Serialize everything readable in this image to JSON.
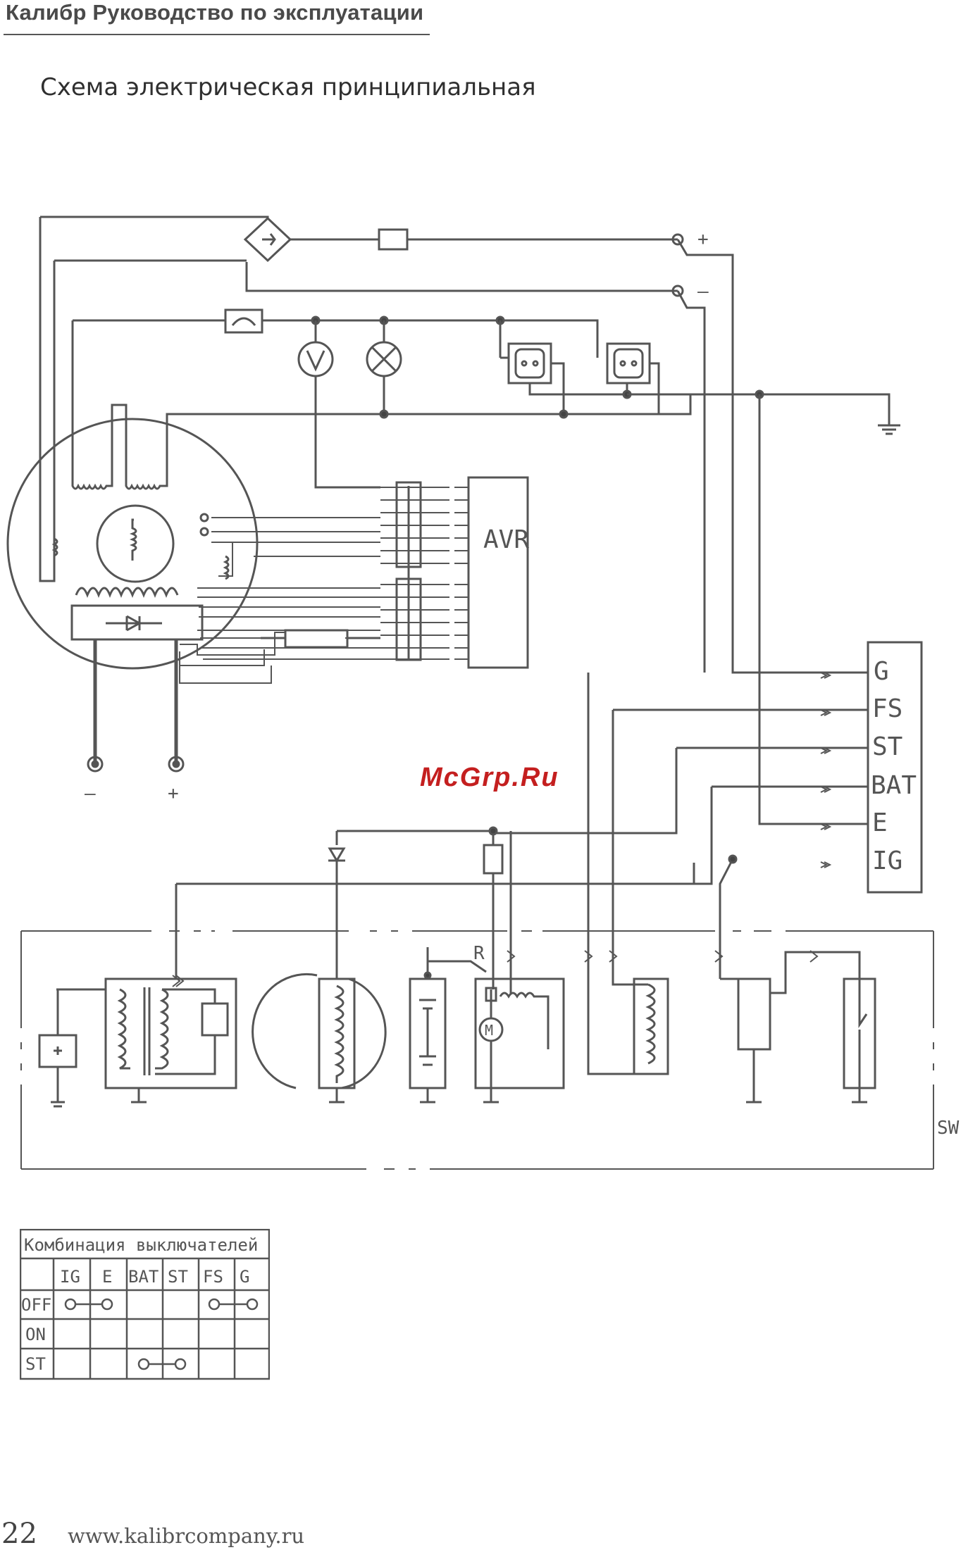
{
  "header": {
    "title": "Калибр Руководство по эксплуатации"
  },
  "subtitle": "Схема электрическая принципиальная",
  "diagram": {
    "avr_label": "AVR",
    "terminal_plus": "+",
    "terminal_minus": "–",
    "battery_minus": "–",
    "battery_plus": "+",
    "switch_terminals": [
      "G",
      "FS",
      "ST",
      "BAT",
      "E",
      "IG"
    ],
    "resistor_label": "R",
    "motor_label": "M",
    "sw_label": "SW"
  },
  "switch_table": {
    "title": "Комбинация выключателей",
    "columns": [
      "IG",
      "E",
      "BAT",
      "ST",
      "FS",
      "G"
    ],
    "rows": [
      "OFF",
      "ON",
      "ST"
    ]
  },
  "watermark": "McGrp.Ru",
  "footer": {
    "page_number": "22",
    "url": "www.kalibrcompany.ru"
  }
}
